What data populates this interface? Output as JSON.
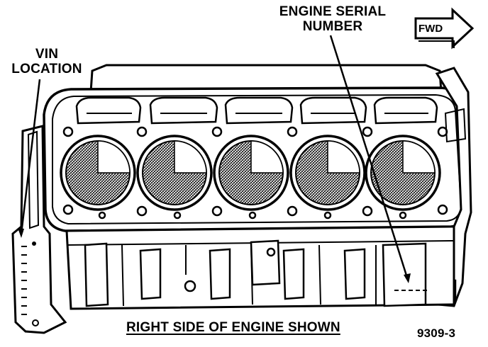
{
  "labels": {
    "vin_location_line1": "VIN",
    "vin_location_line2": "LOCATION",
    "engine_serial_line1": "ENGINE SERIAL",
    "engine_serial_line2": "NUMBER",
    "direction_badge": "FWD",
    "caption": "RIGHT SIDE OF ENGINE SHOWN",
    "figure_id": "9309-3"
  }
}
